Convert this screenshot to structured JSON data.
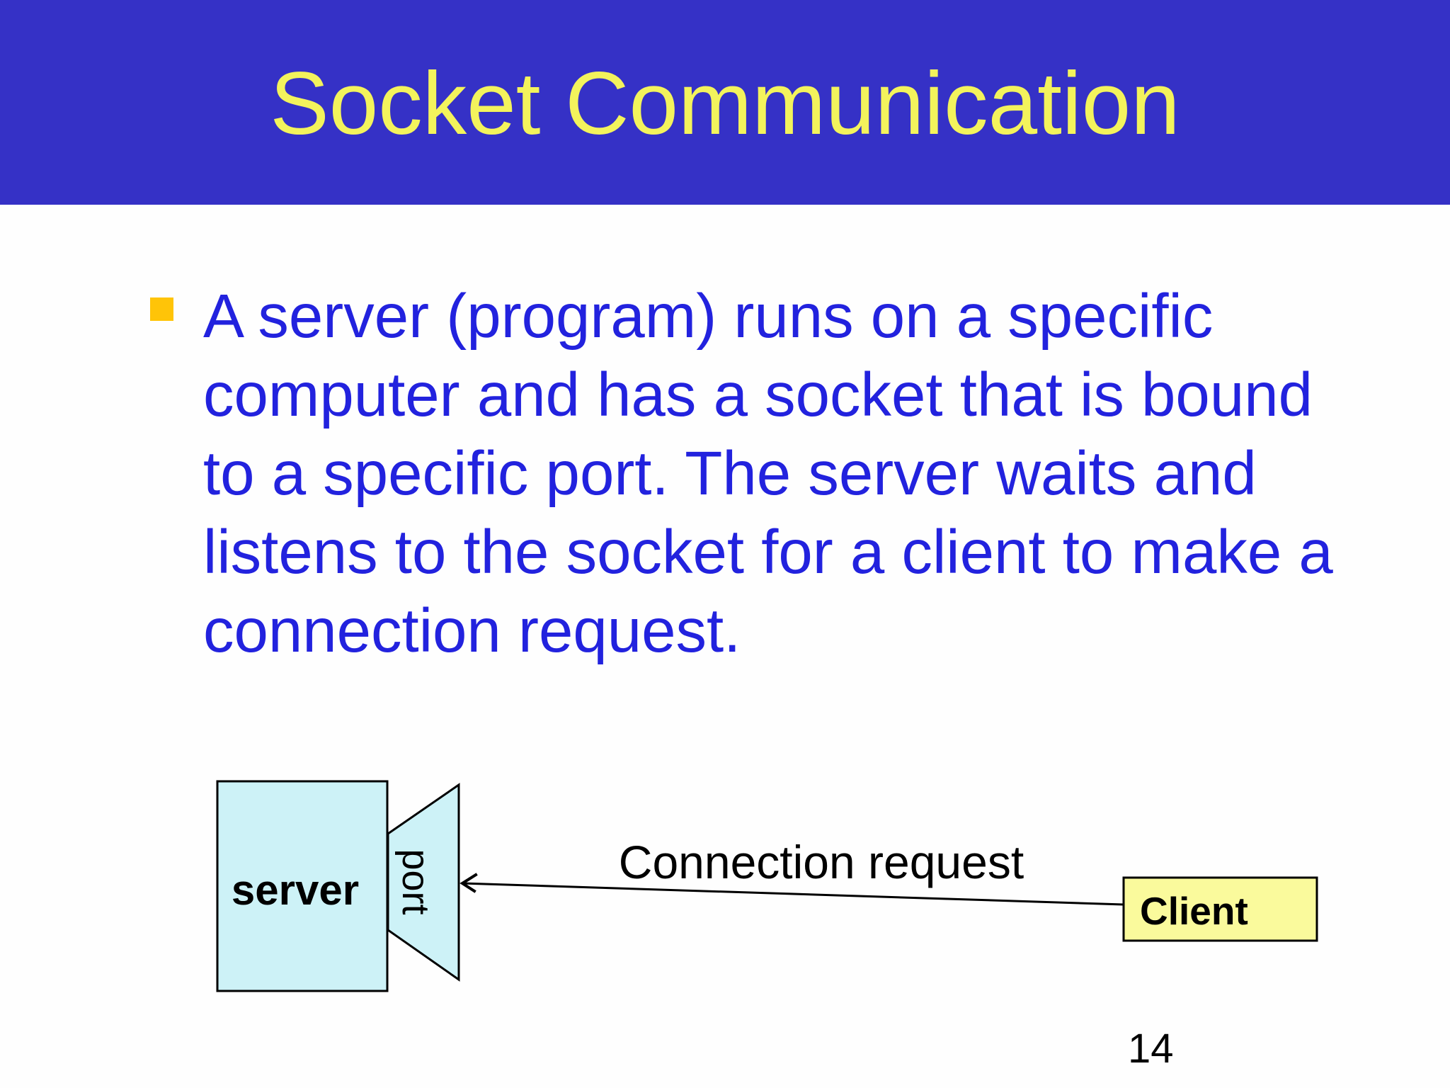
{
  "slide": {
    "header": {
      "title": "Socket Communication"
    },
    "bullet_item": {
      "lines": [
        "A server (program) runs on a specific",
        "computer and has a socket that is bound",
        "to a specific port. The server waits and",
        "listens to the socket for a client to make a",
        "connection request."
      ]
    },
    "diagram": {
      "server_label": "server",
      "port_label": "port",
      "arrow_label": "Connection request",
      "client_label": "Client"
    },
    "page_number": "14",
    "colors": {
      "header_bg": "#3531C6",
      "title_text": "#F3F35C",
      "body_text": "#2222DE",
      "bullet": "#FFC408",
      "shape_cyan": "#CDF2F7",
      "client_yellow": "#FAFA9C",
      "outline": "#000000",
      "slide_bg": "#FEFEFE"
    }
  }
}
